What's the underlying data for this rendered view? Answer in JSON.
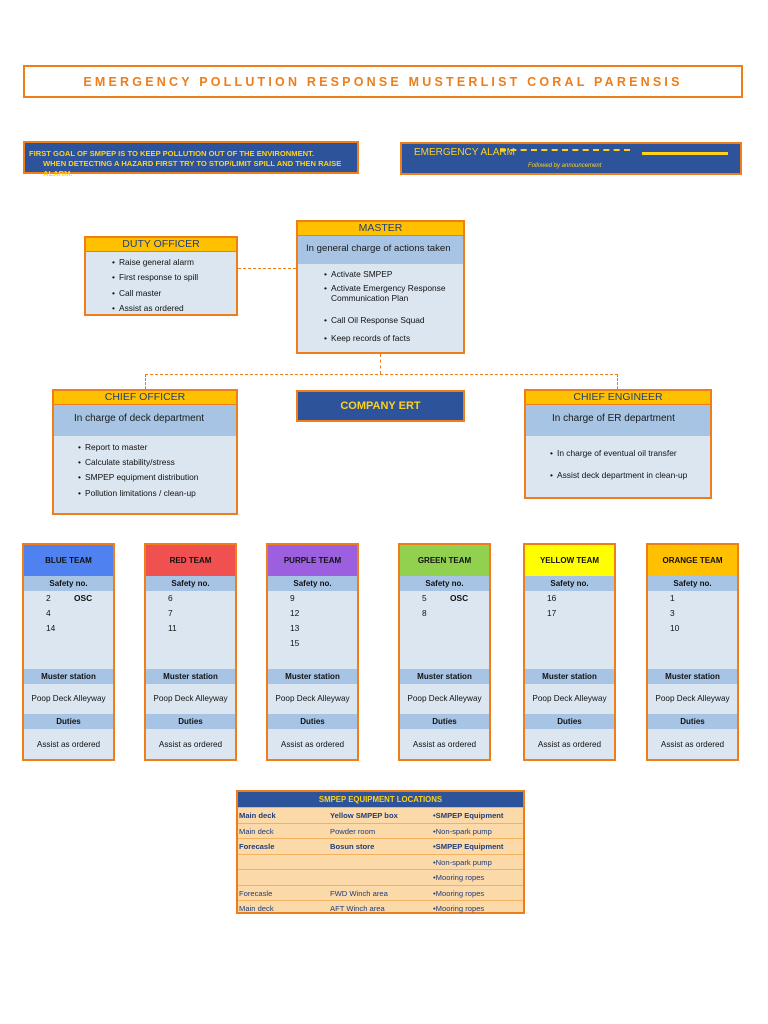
{
  "title": "EMERGENCY POLLUTION RESPONSE MUSTERLIST CORAL PARENSIS",
  "goal_banner": {
    "line1": "FIRST GOAL OF SMPEP IS TO KEEP POLLUTION OUT OF THE ENVIRONMENT.",
    "line2": "WHEN DETECTING A HAZARD FIRST TRY TO STOP/LIMIT SPILL AND THEN RAISE ALARM."
  },
  "alarm": {
    "title": "EMERGENCY ALARM",
    "subtitle": "Followed by announcement"
  },
  "duty_officer": {
    "title": "DUTY OFFICER",
    "items": [
      "Raise general alarm",
      "First response to spill",
      "Call master",
      "Assist as ordered"
    ]
  },
  "master": {
    "title": "MASTER",
    "subtitle": "In general charge of actions taken",
    "items": [
      "Activate SMPEP",
      "Activate Emergency Response Communication Plan",
      "Call Oil Response Squad",
      "Keep records of facts"
    ]
  },
  "chief_officer": {
    "title": "CHIEF OFFICER",
    "subtitle": "In charge of deck department",
    "items": [
      "Report to master",
      "Calculate stability/stress",
      "SMPEP equipment distribution",
      "Pollution limitations / clean-up"
    ]
  },
  "company_ert": "COMPANY ERT",
  "chief_engineer": {
    "title": "CHIEF ENGINEER",
    "subtitle": "In charge of ER department",
    "items": [
      "In charge of eventual oil transfer",
      "Assist deck department in clean-up"
    ]
  },
  "team_labels": {
    "safety": "Safety no.",
    "muster": "Muster station",
    "duties": "Duties"
  },
  "teams": [
    {
      "name": "BLUE TEAM",
      "color": "#4f81f0",
      "nums": [
        [
          "2",
          "OSC"
        ],
        [
          "4",
          ""
        ],
        [
          "14",
          ""
        ]
      ],
      "muster": "Poop Deck Alleyway",
      "duties": "Assist as ordered"
    },
    {
      "name": "RED TEAM",
      "color": "#f0504f",
      "nums": [
        [
          "6",
          ""
        ],
        [
          "7",
          ""
        ],
        [
          "11",
          ""
        ]
      ],
      "muster": "Poop Deck Alleyway",
      "duties": "Assist as ordered"
    },
    {
      "name": "PURPLE TEAM",
      "color": "#9b5fe0",
      "nums": [
        [
          "9",
          ""
        ],
        [
          "12",
          ""
        ],
        [
          "13",
          ""
        ],
        [
          "15",
          ""
        ]
      ],
      "muster": "Poop Deck Alleyway",
      "duties": "Assist as ordered"
    },
    {
      "name": "GREEN TEAM",
      "color": "#92d050",
      "nums": [
        [
          "5",
          "OSC"
        ],
        [
          "8",
          ""
        ]
      ],
      "muster": "Poop Deck Alleyway",
      "duties": "Assist as ordered"
    },
    {
      "name": "YELLOW TEAM",
      "color": "#ffff00",
      "nums": [
        [
          "16",
          ""
        ],
        [
          "17",
          ""
        ]
      ],
      "muster": "Poop Deck Alleyway",
      "duties": "Assist as ordered"
    },
    {
      "name": "ORANGE TEAM",
      "color": "#ffc000",
      "nums": [
        [
          "1",
          ""
        ],
        [
          "3",
          ""
        ],
        [
          "10",
          ""
        ]
      ],
      "muster": "Poop Deck Alleyway",
      "duties": "Assist as ordered"
    }
  ],
  "equipment": {
    "title": "SMPEP EQUIPMENT LOCATIONS",
    "rows": [
      {
        "c1": "Main deck",
        "c2": "Yellow SMPEP box",
        "c3": "SMPEP Equipment",
        "bold": true
      },
      {
        "c1": "Main deck",
        "c2": "Powder room",
        "c3": "Non-spark pump",
        "bold": false
      },
      {
        "c1": "Forecasle",
        "c2": "Bosun store",
        "c3": "SMPEP Equipment",
        "bold": true
      },
      {
        "c1": "",
        "c2": "",
        "c3": "Non-spark pump",
        "bold": false
      },
      {
        "c1": "",
        "c2": "",
        "c3": "Mooring ropes",
        "bold": false
      },
      {
        "c1": "Forecasle",
        "c2": "FWD Winch area",
        "c3": "Mooring ropes",
        "bold": false
      },
      {
        "c1": "Main deck",
        "c2": "AFT Winch area",
        "c3": "Mooring ropes",
        "bold": false
      }
    ]
  },
  "colors": {
    "accent": "#ee7d1a",
    "navy": "#2d539a",
    "gold": "#ffd21a",
    "header_yellow": "#ffc000",
    "panel": "#dce6f1",
    "panel_band": "#a7c4e4"
  }
}
